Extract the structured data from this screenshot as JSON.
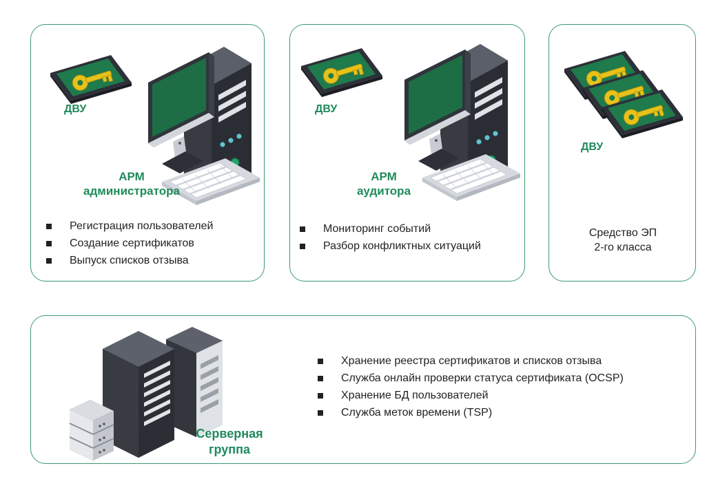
{
  "admin_panel": {
    "token_label": "ДВУ",
    "station_line1": "АРМ",
    "station_line2": "администратора",
    "items": [
      "Регистрация пользователей",
      "Создание сертификатов",
      "Выпуск списков отзыва"
    ]
  },
  "auditor_panel": {
    "token_label": "ДВУ",
    "station_line1": "АРМ",
    "station_line2": "аудитора",
    "items": [
      "Мониторинг событий",
      "Разбор конфликтных ситуаций"
    ]
  },
  "crypto_panel": {
    "token_label": "ДВУ",
    "caption_line1": "Средство ЭП",
    "caption_line2": "2-го класса"
  },
  "server_panel": {
    "label_line1": "Серверная",
    "label_line2": "группа",
    "items": [
      "Хранение реестра сертификатов и списков отзыва",
      "Служба онлайн проверки статуса сертификата (OCSP)",
      "Хранение БД пользователей",
      "Служба меток времени (TSP)"
    ]
  },
  "colors": {
    "accent": "#1f8a5b",
    "border": "#3a9a6e",
    "key": "#e8c21a",
    "screen": "#1d6e45",
    "dark": "#33373f"
  },
  "icons": [
    "token-key-icon",
    "workstation-icon",
    "keyboard-icon",
    "server-rack-icon"
  ]
}
